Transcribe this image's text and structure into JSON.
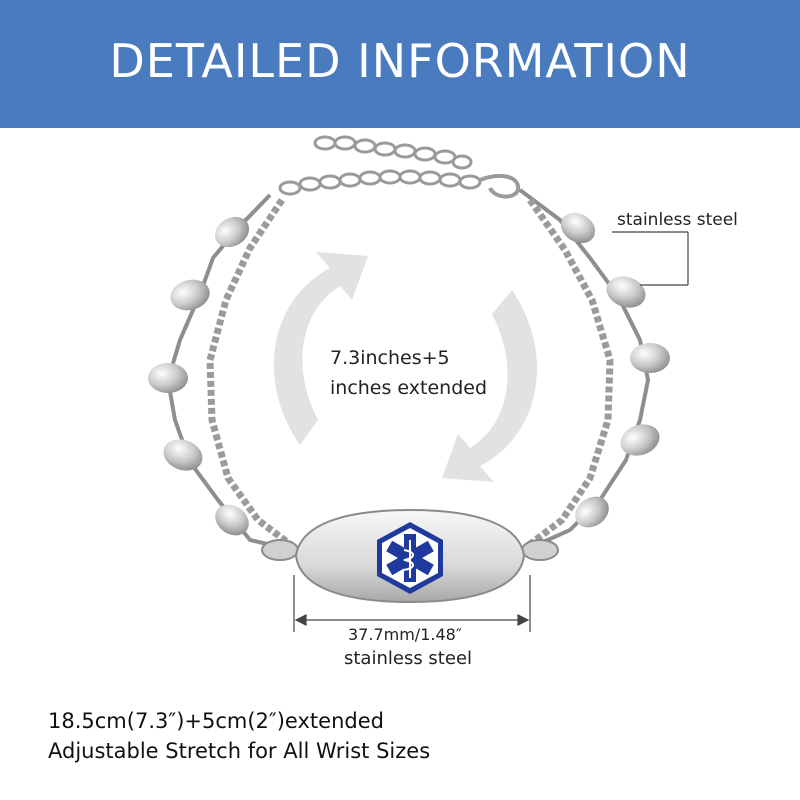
{
  "header": {
    "title": "DETAILED INFORMATION"
  },
  "colors": {
    "banner": "#4a7bbf",
    "medical_symbol": "#1f3a9c",
    "metal": "#c8c8c8",
    "arrow": "#e4e4e4"
  },
  "annotations": {
    "chain_material": "stainless steel",
    "length": "7.3inches+5 inches extended",
    "length_line1": "7.3inches+5",
    "length_line2": "inches extended",
    "tag_width": "37.7mm/1.48″",
    "tag_material": "stainless steel"
  },
  "footer": {
    "line1": "18.5cm(7.3″)+5cm(2″)extended",
    "line2": "Adjustable Stretch for All Wrist Sizes"
  },
  "icons": [
    "medical-star-of-life-icon",
    "rotate-arrows-icon"
  ]
}
